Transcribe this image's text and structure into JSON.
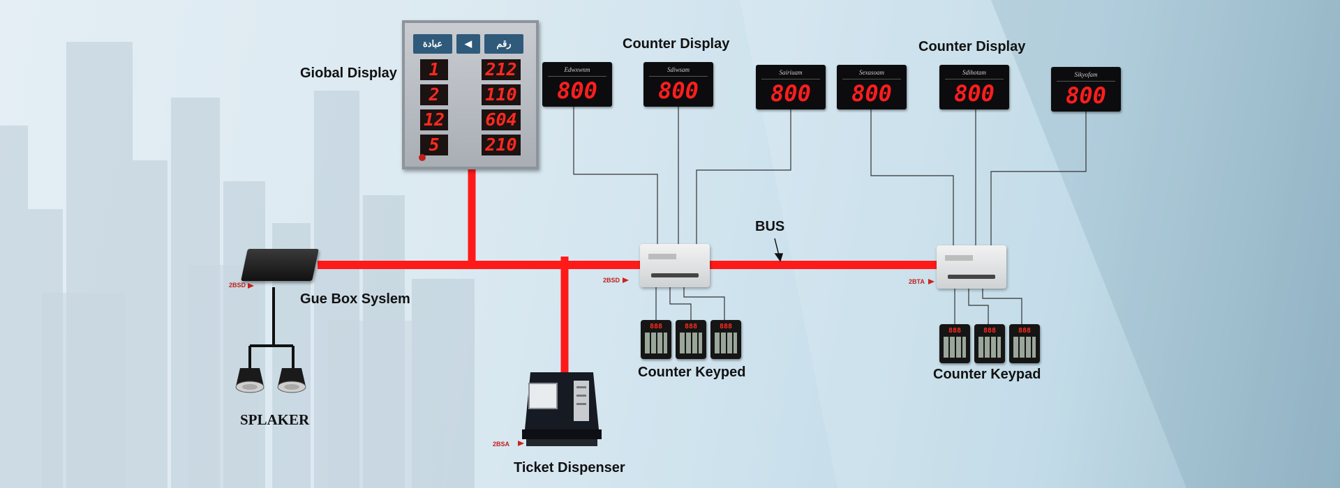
{
  "colors": {
    "bus": "#ff1a1a",
    "wire": "#333333",
    "display_bg": "#0c0c0e",
    "led": "#ff1e1e",
    "panel_header": "#2f5a7a"
  },
  "global_display": {
    "label": "Giobal Display",
    "header_left": "عبادة",
    "header_mid": "◀",
    "header_right": "رقم",
    "rows": [
      {
        "left": "1",
        "right": "212"
      },
      {
        "left": "2",
        "right": "110"
      },
      {
        "left": "12",
        "right": "604"
      },
      {
        "left": "5",
        "right": "210"
      }
    ]
  },
  "counter_groups": [
    {
      "label": "Counter Display",
      "displays": [
        {
          "caption": "Edwxwnm",
          "value": "800"
        },
        {
          "caption": "Sdiwsam",
          "value": "800"
        },
        {
          "caption": "Sairiuam",
          "value": "800"
        }
      ],
      "keypad_label": "Counter Keyped",
      "controller_tag": "2BSD",
      "keypads": [
        "888",
        "888",
        "888"
      ]
    },
    {
      "label": "Counter Display",
      "displays": [
        {
          "caption": "Sexasoam",
          "value": "800"
        },
        {
          "caption": "Sdihotam",
          "value": "800"
        },
        {
          "caption": "Sikyofam",
          "value": "800"
        }
      ],
      "keypad_label": "Counter Keypad",
      "controller_tag": "2BTA",
      "keypads": [
        "888",
        "888",
        "888"
      ]
    }
  ],
  "bus_label": "BUS",
  "queue_box": {
    "label": "Gue Box Syslem",
    "tag": "2BSD"
  },
  "speaker_label": "SPLAKER",
  "ticket_dispenser": {
    "label": "Ticket Dispenser",
    "tag": "2BSA"
  }
}
